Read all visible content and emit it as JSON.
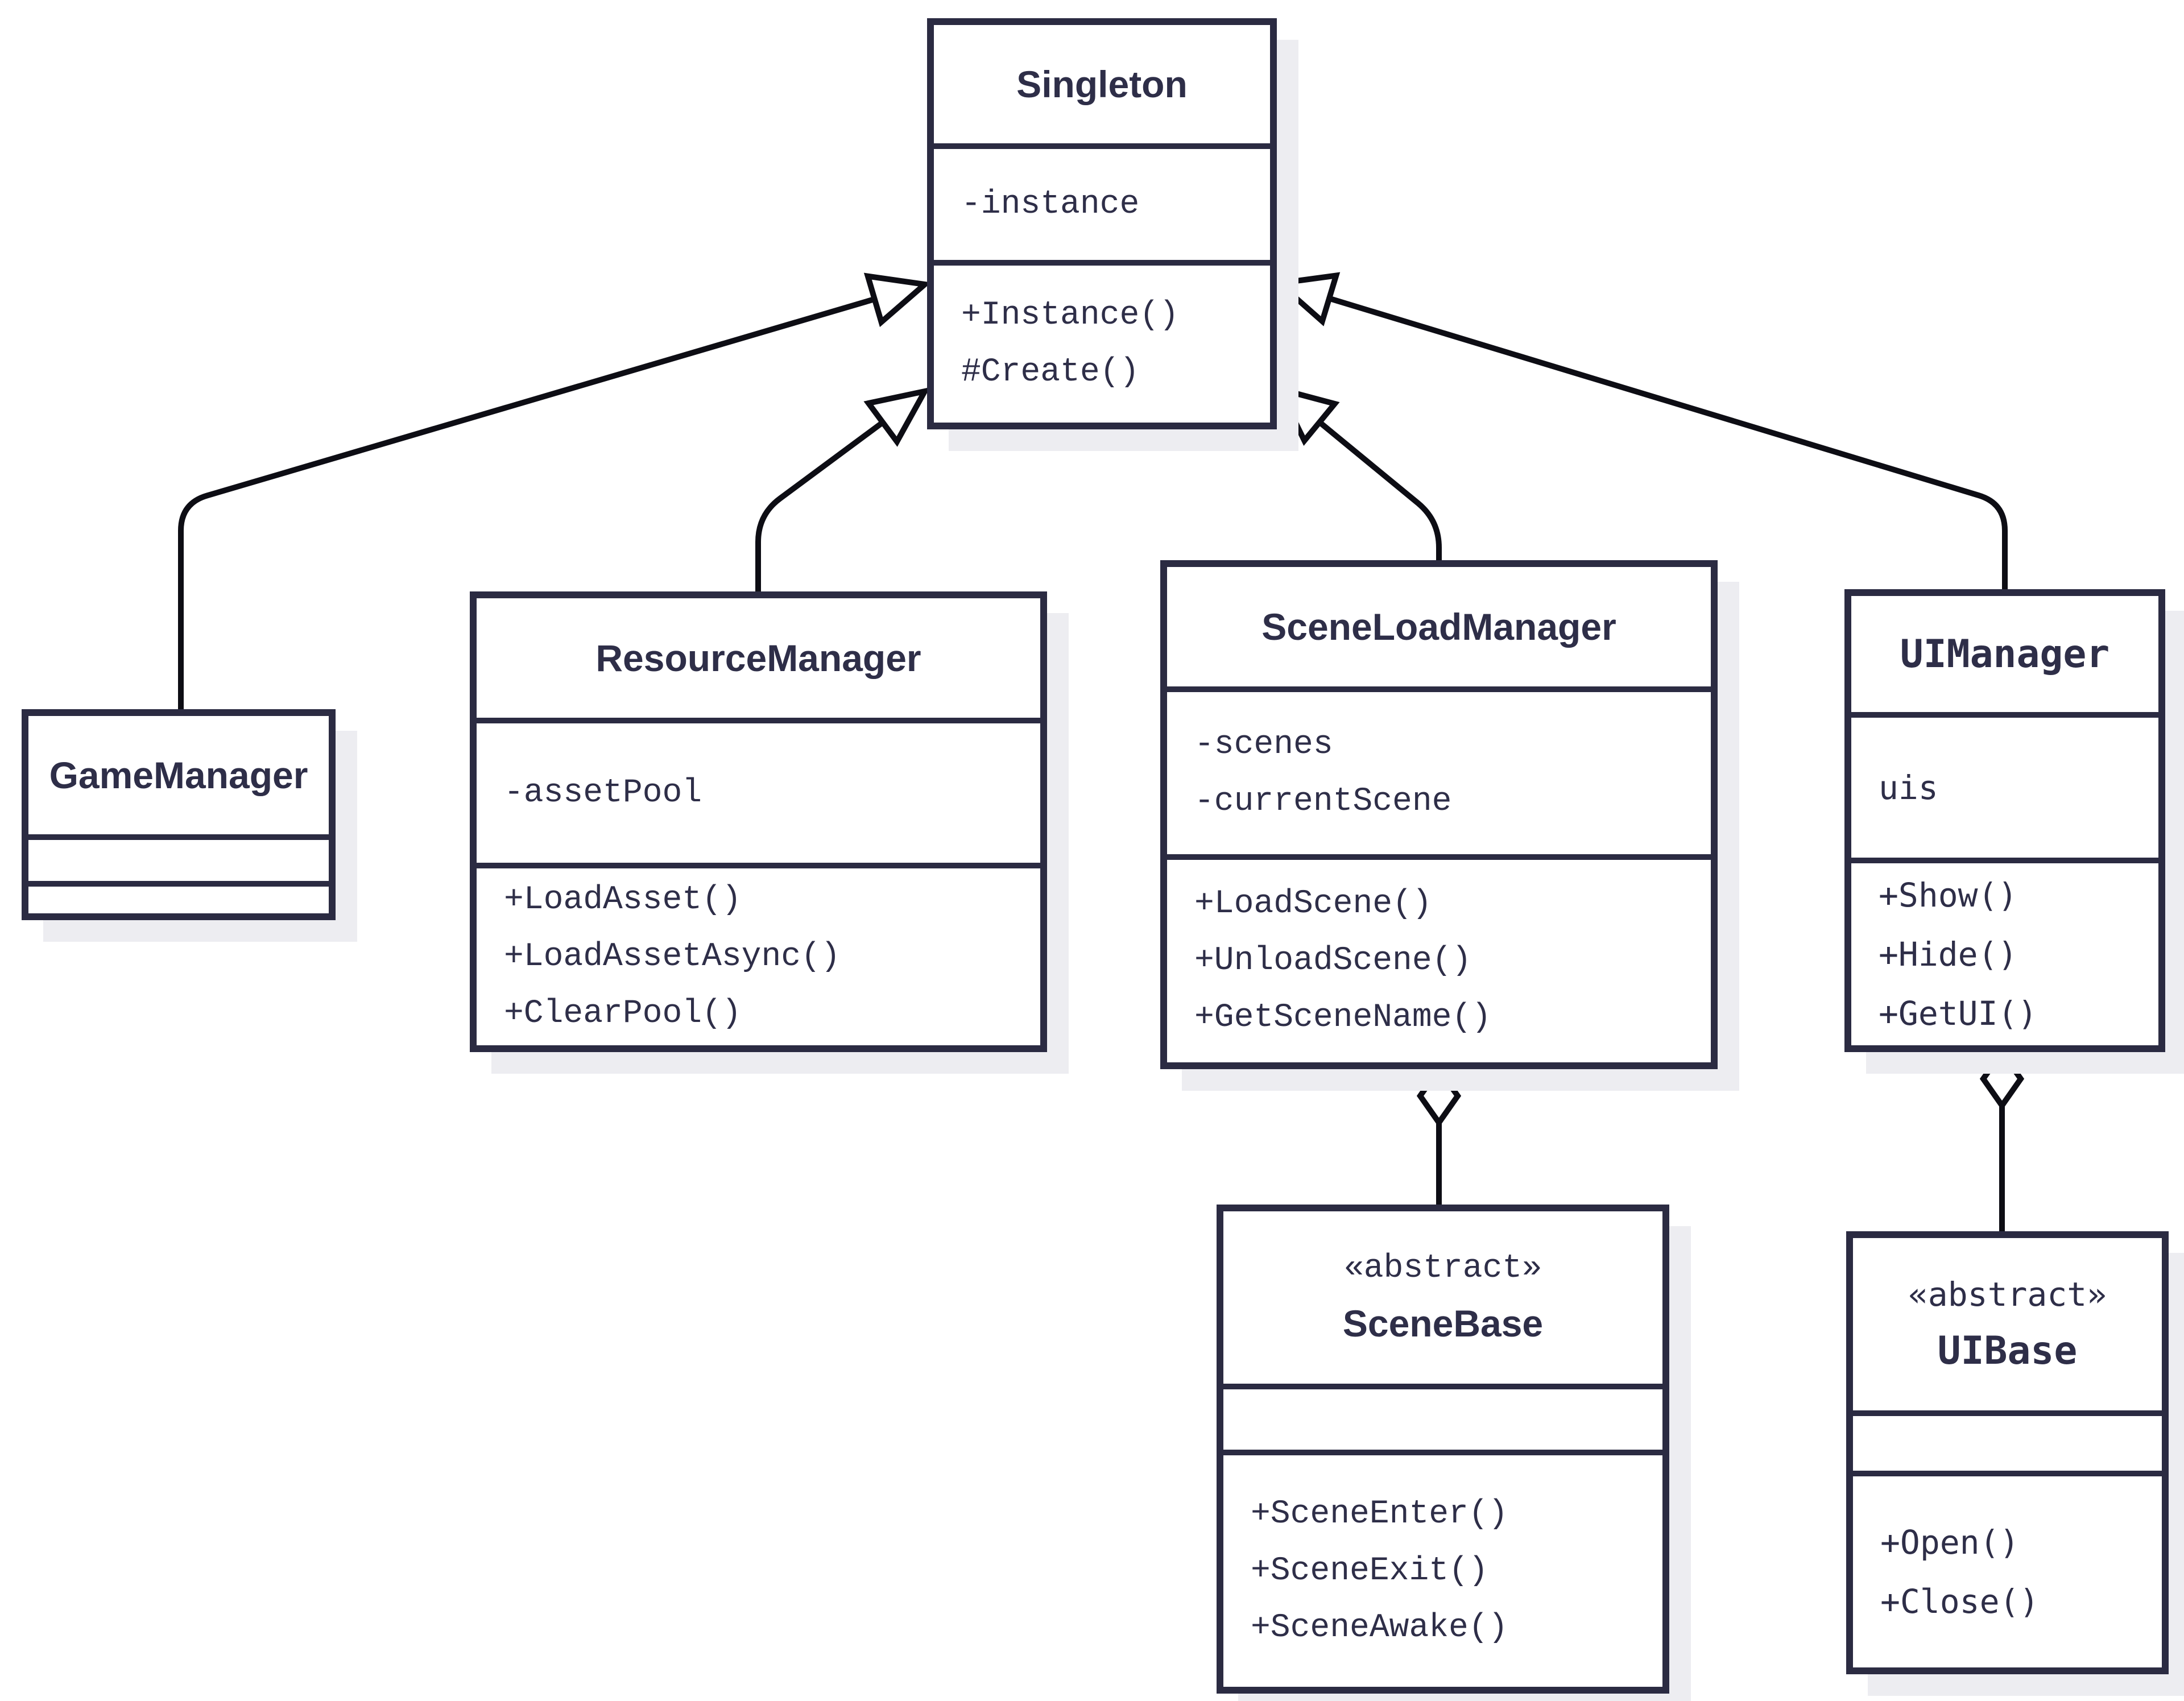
{
  "diagram": {
    "type": "uml-class-diagram",
    "classes": [
      {
        "id": "singleton",
        "name": "Singleton",
        "stereotype": "",
        "attributes": [
          "-instance"
        ],
        "methods": [
          "+Instance()",
          "#Create()"
        ]
      },
      {
        "id": "gamemanager",
        "name": "GameManager",
        "stereotype": "",
        "attributes": [],
        "methods": []
      },
      {
        "id": "resourcemanager",
        "name": "ResourceManager",
        "stereotype": "",
        "attributes": [
          "-assetPool"
        ],
        "methods": [
          "+LoadAsset()",
          "+LoadAssetAsync()",
          "+ClearPool()"
        ]
      },
      {
        "id": "sceneloadmanager",
        "name": "SceneLoadManager",
        "stereotype": "",
        "attributes": [
          "-scenes",
          "-currentScene"
        ],
        "methods": [
          "+LoadScene()",
          "+UnloadScene()",
          "+GetSceneName()"
        ]
      },
      {
        "id": "uimanager",
        "name": "UIManager",
        "stereotype": "",
        "attributes": [
          "uis"
        ],
        "methods": [
          "+Show()",
          "+Hide()",
          "+GetUI()"
        ]
      },
      {
        "id": "scenebase",
        "name": "SceneBase",
        "stereotype": "«abstract»",
        "attributes": [],
        "methods": [
          "+SceneEnter()",
          "+SceneExit()",
          "+SceneAwake()"
        ]
      },
      {
        "id": "uibase",
        "name": "UIBase",
        "stereotype": "«abstract»",
        "attributes": [],
        "methods": [
          "+Open()",
          "+Close()"
        ]
      }
    ],
    "relationships": [
      {
        "from": "GameManager",
        "to": "Singleton",
        "type": "generalization",
        "arrow": "hollow-triangle"
      },
      {
        "from": "ResourceManager",
        "to": "Singleton",
        "type": "generalization",
        "arrow": "hollow-triangle"
      },
      {
        "from": "SceneLoadManager",
        "to": "Singleton",
        "type": "generalization",
        "arrow": "hollow-triangle"
      },
      {
        "from": "UIManager",
        "to": "Singleton",
        "type": "generalization",
        "arrow": "hollow-triangle"
      },
      {
        "from": "SceneLoadManager",
        "to": "SceneBase",
        "type": "aggregation",
        "arrow": "hollow-diamond"
      },
      {
        "from": "UIManager",
        "to": "UIBase",
        "type": "aggregation",
        "arrow": "hollow-diamond"
      }
    ],
    "colors": {
      "background": "#ffffff",
      "box_stroke": "#2b2b42",
      "text": "#2e2e48",
      "connector": "#0d0d14",
      "shadow": "#ededf1"
    }
  }
}
